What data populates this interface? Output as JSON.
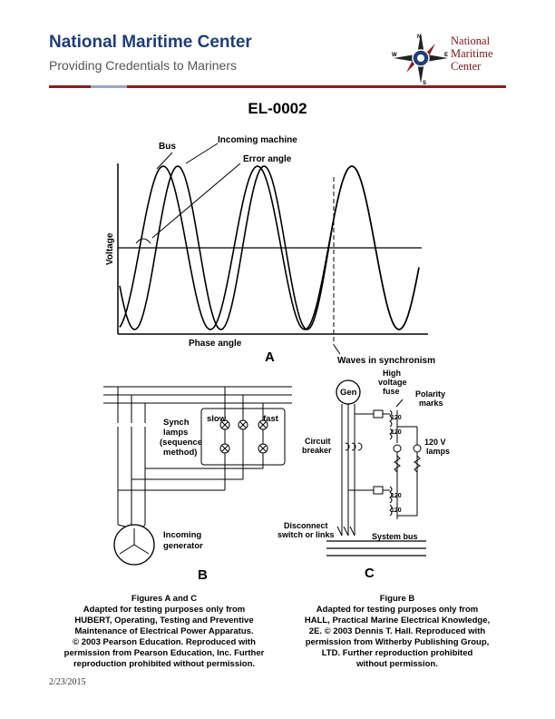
{
  "header": {
    "title": "National Maritime Center",
    "subtitle": "Providing Credentials to Mariners",
    "logo_lines": [
      "National",
      "Maritime",
      "Center"
    ],
    "compass": {
      "n": "N",
      "s": "S",
      "e": "E",
      "w": "W"
    }
  },
  "doc_id": "EL-0002",
  "figure_a": {
    "letter": "A",
    "labels": {
      "bus": "Bus",
      "incoming": "Incoming machine",
      "error": "Error angle",
      "voltage": "Voltage",
      "phase": "Phase angle",
      "sync": "Waves in synchronism"
    }
  },
  "figure_b": {
    "letter": "B",
    "labels": {
      "synch1": "Synch",
      "synch2": "lamps",
      "synch3": "(sequence",
      "synch4": "method)",
      "slow": "slow",
      "fast": "fast",
      "incoming1": "Incoming",
      "incoming2": "generator"
    }
  },
  "figure_c": {
    "letter": "C",
    "labels": {
      "gen": "Gen",
      "hv1": "High",
      "hv2": "voltage",
      "hv3": "fuse",
      "pol1": "Polarity",
      "pol2": "marks",
      "cb1": "Circuit",
      "cb2": "breaker",
      "lamps1": "120 V",
      "lamps2": "lamps",
      "n120a": "120",
      "n120b": "120",
      "n120c": "120",
      "n120d": "120",
      "disc1": "Disconnect",
      "disc2": "switch or links",
      "bus": "System bus"
    }
  },
  "caption_left": {
    "title": "Figures A and C",
    "lines": [
      "Adapted for testing purposes only from",
      "HUBERT, Operating, Testing and Preventive",
      "Maintenance of Electrical Power Apparatus.",
      "© 2003 Pearson Education. Reproduced with",
      "permission from Pearson Education, Inc. Further",
      "reproduction prohibited without permission."
    ]
  },
  "caption_right": {
    "title": "Figure B",
    "lines": [
      "Adapted for testing purposes only from",
      "HALL, Practical Marine Electrical Knowledge,",
      "2E. © 2003 Dennis T. Hall. Reproduced with",
      "permission from Witherby Publishing Group,",
      "LTD. Further reproduction prohibited",
      "without permission."
    ]
  },
  "footer": {
    "date": "2/23/2015"
  }
}
